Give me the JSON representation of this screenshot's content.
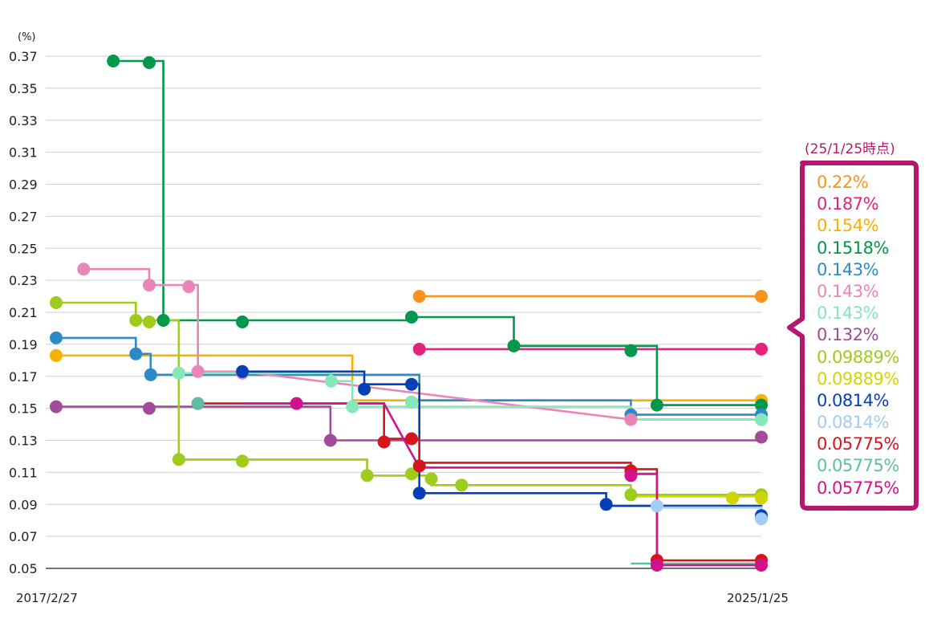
{
  "chart_data": {
    "type": "line",
    "step": true,
    "unit_label": "(%)",
    "x_start_label": "2017/2/27",
    "x_end_label": "2025/1/25",
    "ylim": [
      0.05,
      0.37
    ],
    "y_ticks": [
      "0.37",
      "0.35",
      "0.33",
      "0.31",
      "0.29",
      "0.27",
      "0.25",
      "0.23",
      "0.21",
      "0.19",
      "0.17",
      "0.15",
      "0.13",
      "0.11",
      "0.09",
      "0.07",
      "0.05"
    ],
    "grid": true,
    "legend_title": "(25/1/25時点)",
    "legend_position": "right",
    "series": [
      {
        "label": "0.22%",
        "color": "#f7931e",
        "points": [
          [
            0.515,
            0.22
          ],
          [
            1.0,
            0.22
          ]
        ],
        "markers": [
          [
            0.515,
            0.22
          ],
          [
            1.0,
            0.22
          ]
        ]
      },
      {
        "label": "0.187%",
        "color": "#e4237e",
        "points": [
          [
            0.515,
            0.187
          ],
          [
            1.0,
            0.187
          ]
        ],
        "markers": [
          [
            0.515,
            0.187
          ],
          [
            1.0,
            0.187
          ]
        ]
      },
      {
        "label": "0.154%",
        "color": "#f8b100",
        "points": [
          [
            0.0,
            0.183
          ],
          [
            0.42,
            0.183
          ],
          [
            0.42,
            0.155
          ],
          [
            1.0,
            0.155
          ]
        ],
        "markers": [
          [
            0.0,
            0.183
          ],
          [
            0.504,
            0.154
          ],
          [
            1.0,
            0.155
          ]
        ]
      },
      {
        "label": "0.1518%",
        "color": "#00984a",
        "points": [
          [
            0.081,
            0.367
          ],
          [
            0.152,
            0.367
          ],
          [
            0.152,
            0.205
          ],
          [
            0.504,
            0.205
          ],
          [
            0.504,
            0.207
          ],
          [
            0.649,
            0.207
          ],
          [
            0.649,
            0.189
          ],
          [
            0.852,
            0.189
          ],
          [
            0.852,
            0.152
          ],
          [
            1.0,
            0.152
          ]
        ],
        "markers": [
          [
            0.081,
            0.367
          ],
          [
            0.132,
            0.366
          ],
          [
            0.152,
            0.205
          ],
          [
            0.264,
            0.204
          ],
          [
            0.504,
            0.207
          ],
          [
            0.649,
            0.189
          ],
          [
            0.815,
            0.186
          ],
          [
            0.852,
            0.152
          ],
          [
            1.0,
            0.152
          ]
        ]
      },
      {
        "label": "0.143%",
        "color": "#2b8bc9",
        "points": [
          [
            0.0,
            0.194
          ],
          [
            0.113,
            0.194
          ],
          [
            0.113,
            0.184
          ],
          [
            0.134,
            0.184
          ],
          [
            0.134,
            0.171
          ],
          [
            0.515,
            0.171
          ],
          [
            0.515,
            0.155
          ],
          [
            0.815,
            0.155
          ],
          [
            0.815,
            0.146
          ],
          [
            1.0,
            0.146
          ]
        ],
        "markers": [
          [
            0.0,
            0.194
          ],
          [
            0.113,
            0.184
          ],
          [
            0.134,
            0.171
          ],
          [
            0.815,
            0.146
          ],
          [
            1.0,
            0.146
          ]
        ]
      },
      {
        "label": "0.143%",
        "color": "#e985b8",
        "points": [
          [
            0.039,
            0.237
          ],
          [
            0.132,
            0.237
          ],
          [
            0.132,
            0.227
          ],
          [
            0.201,
            0.227
          ],
          [
            0.201,
            0.173
          ],
          [
            0.264,
            0.173
          ],
          [
            0.815,
            0.143
          ],
          [
            1.0,
            0.143
          ]
        ],
        "markers": [
          [
            0.039,
            0.237
          ],
          [
            0.132,
            0.227
          ],
          [
            0.188,
            0.226
          ],
          [
            0.201,
            0.173
          ],
          [
            0.264,
            0.172
          ],
          [
            0.815,
            0.143
          ],
          [
            1.0,
            0.143
          ]
        ]
      },
      {
        "label": "0.143%",
        "color": "#86e8b8",
        "points": [
          [
            0.174,
            0.172
          ],
          [
            0.39,
            0.172
          ],
          [
            0.39,
            0.167
          ],
          [
            0.42,
            0.167
          ],
          [
            0.42,
            0.151
          ],
          [
            0.815,
            0.151
          ],
          [
            0.815,
            0.143
          ],
          [
            1.0,
            0.143
          ]
        ],
        "markers": [
          [
            0.174,
            0.172
          ],
          [
            0.39,
            0.167
          ],
          [
            0.42,
            0.151
          ],
          [
            0.504,
            0.154
          ],
          [
            1.0,
            0.143
          ]
        ]
      },
      {
        "label": "0.132%",
        "color": "#a24a9b",
        "points": [
          [
            0.0,
            0.151
          ],
          [
            0.389,
            0.151
          ],
          [
            0.389,
            0.13
          ],
          [
            1.0,
            0.13
          ]
        ],
        "markers": [
          [
            0.0,
            0.151
          ],
          [
            0.132,
            0.15
          ],
          [
            0.389,
            0.13
          ],
          [
            1.0,
            0.132
          ]
        ]
      },
      {
        "label": "0.09889%",
        "color": "#9dcc1b",
        "points": [
          [
            0.0,
            0.216
          ],
          [
            0.113,
            0.216
          ],
          [
            0.113,
            0.205
          ],
          [
            0.174,
            0.205
          ],
          [
            0.174,
            0.118
          ],
          [
            0.441,
            0.118
          ],
          [
            0.441,
            0.108
          ],
          [
            0.532,
            0.108
          ],
          [
            0.532,
            0.102
          ],
          [
            0.815,
            0.102
          ],
          [
            0.815,
            0.096
          ],
          [
            1.0,
            0.096
          ]
        ],
        "markers": [
          [
            0.0,
            0.216
          ],
          [
            0.113,
            0.205
          ],
          [
            0.132,
            0.204
          ],
          [
            0.174,
            0.118
          ],
          [
            0.264,
            0.117
          ],
          [
            0.441,
            0.108
          ],
          [
            0.504,
            0.109
          ],
          [
            0.532,
            0.106
          ],
          [
            0.575,
            0.102
          ],
          [
            0.815,
            0.096
          ],
          [
            1.0,
            0.096
          ]
        ]
      },
      {
        "label": "0.09889%",
        "color": "#d2d500",
        "points": [
          [
            0.815,
            0.095
          ],
          [
            1.0,
            0.095
          ]
        ],
        "markers": [
          [
            0.959,
            0.094
          ],
          [
            1.0,
            0.094
          ]
        ]
      },
      {
        "label": "0.0814%",
        "color": "#0540b8",
        "points": [
          [
            0.264,
            0.173
          ],
          [
            0.437,
            0.173
          ],
          [
            0.437,
            0.165
          ],
          [
            0.515,
            0.165
          ],
          [
            0.515,
            0.097
          ],
          [
            0.78,
            0.097
          ],
          [
            0.78,
            0.089
          ],
          [
            1.0,
            0.089
          ],
          [
            1.0,
            0.083
          ]
        ],
        "markers": [
          [
            0.264,
            0.173
          ],
          [
            0.437,
            0.162
          ],
          [
            0.504,
            0.165
          ],
          [
            0.515,
            0.097
          ],
          [
            0.78,
            0.09
          ],
          [
            1.0,
            0.083
          ]
        ]
      },
      {
        "label": "0.0814%",
        "color": "#9fcdf3",
        "points": [
          [
            0.852,
            0.088
          ],
          [
            1.0,
            0.088
          ],
          [
            1.0,
            0.081
          ]
        ],
        "markers": [
          [
            0.852,
            0.089
          ],
          [
            1.0,
            0.081
          ]
        ]
      },
      {
        "label": "0.05775%",
        "color": "#d7141c",
        "points": [
          [
            0.201,
            0.153
          ],
          [
            0.465,
            0.153
          ],
          [
            0.465,
            0.131
          ],
          [
            0.515,
            0.131
          ],
          [
            0.515,
            0.116
          ],
          [
            0.815,
            0.116
          ],
          [
            0.815,
            0.112
          ],
          [
            0.852,
            0.112
          ],
          [
            0.852,
            0.055
          ],
          [
            1.0,
            0.055
          ]
        ],
        "markers": [
          [
            0.201,
            0.153
          ],
          [
            0.465,
            0.129
          ],
          [
            0.504,
            0.131
          ],
          [
            0.515,
            0.114
          ],
          [
            0.815,
            0.111
          ],
          [
            0.852,
            0.055
          ],
          [
            1.0,
            0.055
          ]
        ]
      },
      {
        "label": "0.05775%",
        "color": "#5ebfa0",
        "points": [
          [
            0.815,
            0.053
          ],
          [
            1.0,
            0.053
          ]
        ],
        "markers": [
          [
            0.201,
            0.153
          ]
        ]
      },
      {
        "label": "0.05775%",
        "color": "#d0138b",
        "points": [
          [
            0.264,
            0.153
          ],
          [
            0.465,
            0.153
          ],
          [
            0.515,
            0.113
          ],
          [
            0.815,
            0.113
          ],
          [
            0.815,
            0.109
          ],
          [
            0.852,
            0.109
          ],
          [
            0.852,
            0.052
          ],
          [
            1.0,
            0.052
          ]
        ],
        "markers": [
          [
            0.341,
            0.153
          ],
          [
            0.815,
            0.108
          ],
          [
            0.852,
            0.052
          ],
          [
            1.0,
            0.052
          ]
        ]
      }
    ]
  }
}
